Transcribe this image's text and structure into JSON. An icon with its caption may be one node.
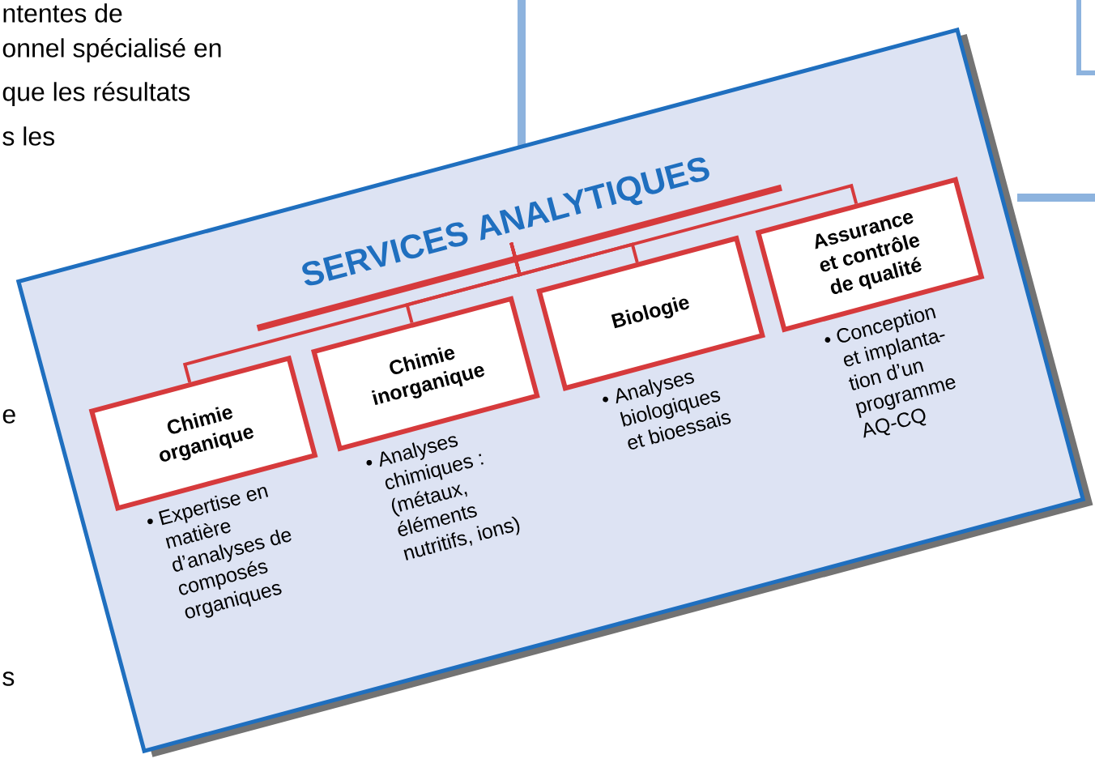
{
  "diagram": {
    "nodes": [
      {
        "text": [],
        "shape": "box"
      },
      {
        "text": [
          "SERVICES ANALYTIQUES"
        ],
        "in": 0
      },
      {
        "text": [
          "Chimie organique"
        ],
        "in": 0,
        "beside": [
          "• Expertise en matière d’analyses de composés organiques"
        ]
      },
      {
        "text": [
          "Chimie inorganique"
        ],
        "in": 0,
        "beside": [
          "• Analyses chimiques : (métaux, éléments nutritifs, ions)"
        ]
      },
      {
        "text": [
          "Biologie"
        ],
        "in": 0,
        "beside": [
          "• Analyses biologiques et bioessais"
        ]
      },
      {
        "text": [
          "Assurance et contrôle de qualité"
        ],
        "in": 0,
        "beside": [
          "• Conception et implanta- tion d’un programme AQ-CQ"
        ]
      }
    ],
    "edges": [
      {
        "from": 1,
        "to": 2,
        "arrow": "none"
      },
      {
        "from": 1,
        "to": 3,
        "arrow": "none"
      },
      {
        "from": 1,
        "to": 4,
        "arrow": "none"
      },
      {
        "from": 1,
        "to": 5,
        "arrow": "none"
      }
    ],
    "labels": [
      "ntentes de",
      "onnel spécialisé en",
      "que les résultats",
      "s les",
      "e",
      "s"
    ]
  }
}
